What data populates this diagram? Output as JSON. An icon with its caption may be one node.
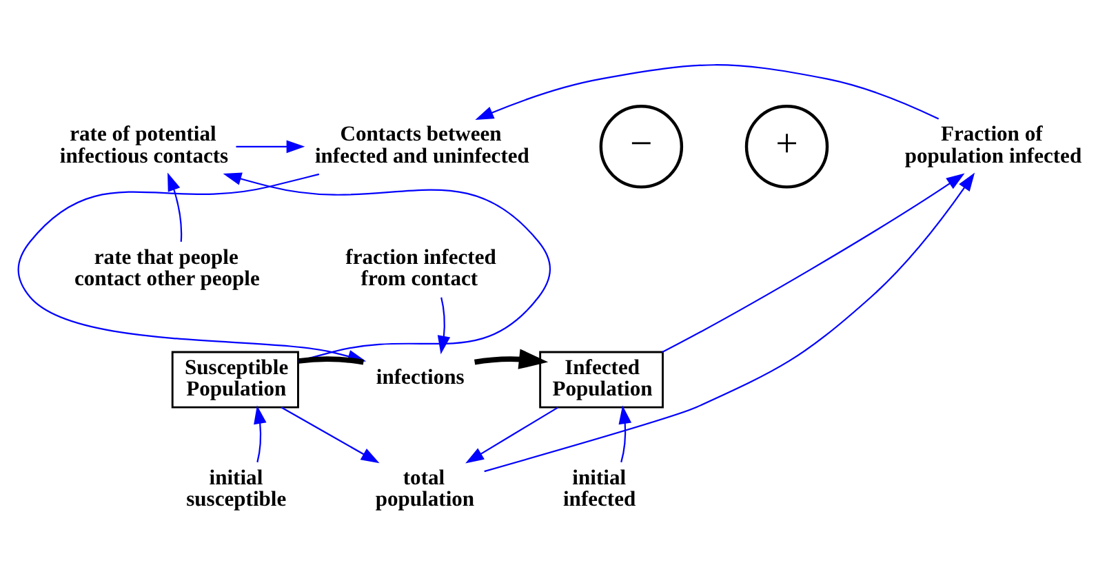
{
  "diagram": {
    "nodes": [
      {
        "text": [
          "Contacts between infected and uninfected"
        ]
      },
      {
        "text": [
          "rate of potential infectious contacts"
        ]
      },
      {
        "text": [
          "Fraction of population infected"
        ]
      },
      {
        "text": [
          "rate that people contact other people"
        ]
      },
      {
        "text": [
          "fraction infected from contact"
        ]
      },
      {
        "text": [
          "Susceptible Population"
        ]
      },
      {
        "text": [
          "infections"
        ]
      },
      {
        "text": [
          "Infected Population"
        ]
      },
      {
        "text": [
          "initial susceptible"
        ]
      },
      {
        "text": [
          "initial infected"
        ]
      },
      {
        "text": [
          "total population"
        ]
      }
    ],
    "edges": [
      {
        "from": 1,
        "to": 0,
        "arrow": "to"
      },
      {
        "from": 2,
        "to": 0,
        "arrow": "to"
      },
      {
        "from": 3,
        "to": 1,
        "arrow": "to"
      },
      {
        "from": 5,
        "to": 1,
        "arrow": "to"
      },
      {
        "from": 0,
        "to": 6,
        "arrow": "to"
      },
      {
        "from": 4,
        "to": 6,
        "arrow": "to"
      },
      {
        "from": 5,
        "to": 6,
        "arrow": "none",
        "style": "thick",
        "color": "#000000"
      },
      {
        "from": 6,
        "to": 7,
        "arrow": "to",
        "style": "thick",
        "color": "#000000"
      },
      {
        "from": 7,
        "to": 2,
        "arrow": "to"
      },
      {
        "from": 8,
        "to": 5,
        "arrow": "to"
      },
      {
        "from": 9,
        "to": 7,
        "arrow": "to"
      },
      {
        "from": 5,
        "to": 10,
        "arrow": "to"
      },
      {
        "from": 7,
        "to": 10,
        "arrow": "to"
      },
      {
        "from": 10,
        "to": 2,
        "arrow": "to"
      }
    ],
    "labels": [
      "−",
      "+"
    ]
  }
}
